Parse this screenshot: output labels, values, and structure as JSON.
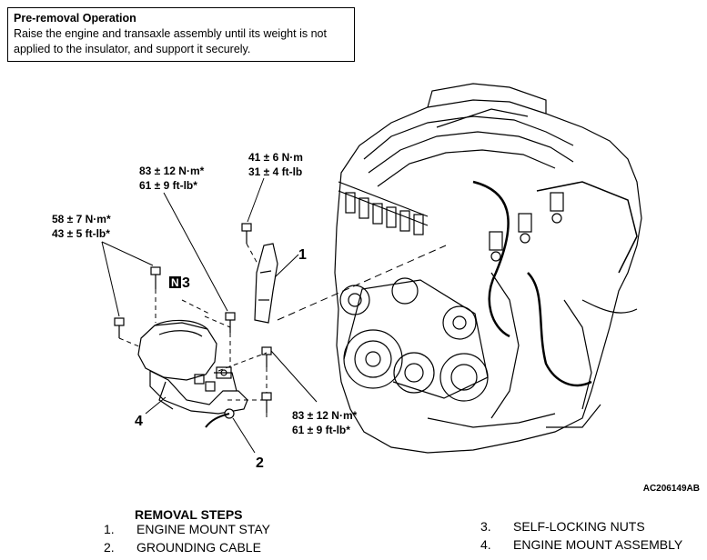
{
  "pre_removal": {
    "title": "Pre-removal Operation",
    "text": "Raise the engine and transaxle assembly until its weight is not applied to the insulator, and support it securely."
  },
  "torque_labels": {
    "stay_bolt": [
      "41 ± 6 N·m",
      "31 ± 4 ft-lb"
    ],
    "top_nut": [
      "83 ± 12 N·m*",
      "61 ± 9 ft-lb*"
    ],
    "left_bolts": [
      "58 ± 7 N·m*",
      "43 ± 5 ft-lb*"
    ],
    "lower_bolts": [
      "83 ± 12 N·m*",
      "61 ± 9 ft-lb*"
    ]
  },
  "callouts": {
    "one": "1",
    "two": "2",
    "four": "4",
    "n3_badge": "N",
    "n3_number": "3"
  },
  "figure_code": "AC206149AB",
  "removal_steps": {
    "title": "REMOVAL STEPS",
    "items": [
      {
        "num": "1.",
        "label": "ENGINE MOUNT STAY"
      },
      {
        "num": "2.",
        "label": "GROUNDING CABLE"
      },
      {
        "num": "3.",
        "label": "SELF-LOCKING NUTS"
      },
      {
        "num": "4.",
        "label": "ENGINE MOUNT ASSEMBLY"
      }
    ]
  }
}
